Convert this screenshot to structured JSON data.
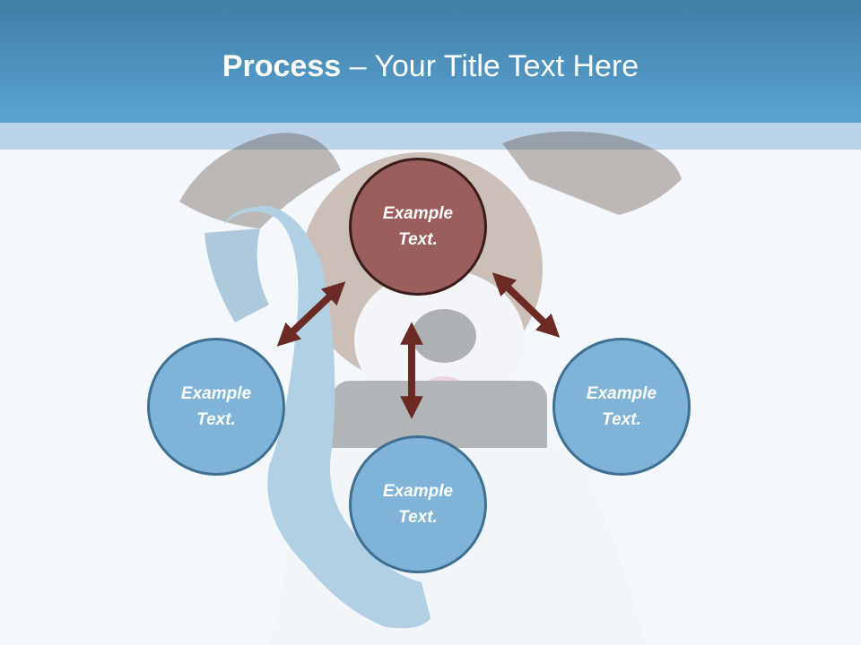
{
  "slide": {
    "title_bold": "Process",
    "title_rest": " – Your Title Text Here"
  },
  "diagram": {
    "top_node": "Example Text.",
    "left_node": "Example Text.",
    "right_node": "Example Text.",
    "bottom_node": "Example Text."
  },
  "colors": {
    "header": "#4e93c3",
    "node_fill": "#7fb4d8",
    "node_border": "#3f6f92",
    "center_fill": "#9a5f5c",
    "arrow": "#6b2a24"
  }
}
